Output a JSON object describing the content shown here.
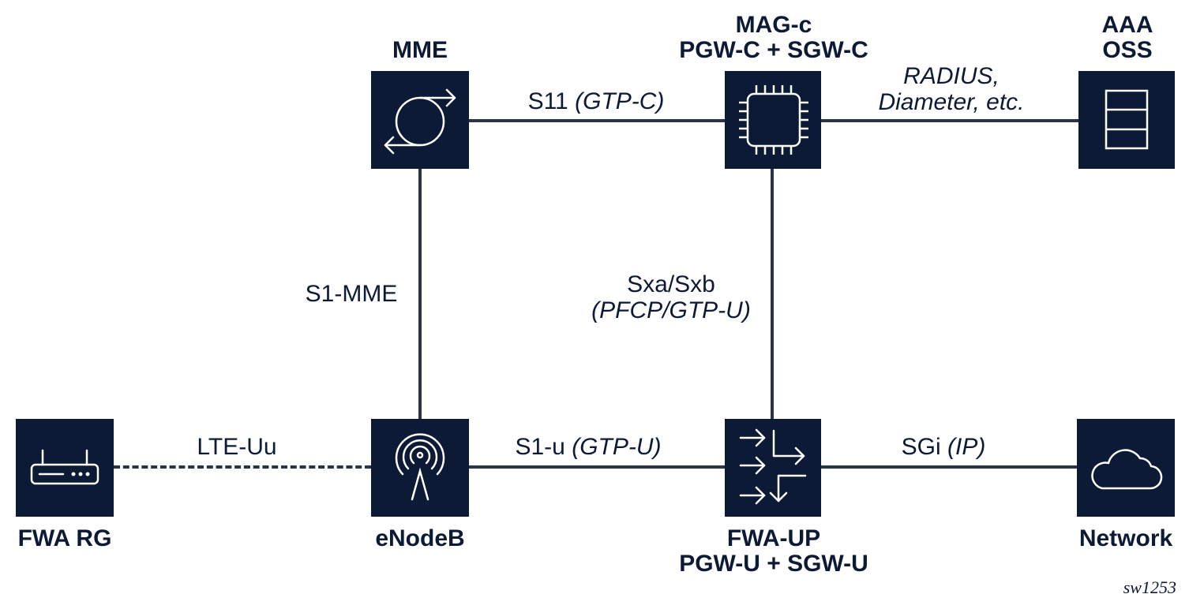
{
  "nodes": {
    "mme": {
      "label": "MME",
      "icon": "cycle-arrows-icon"
    },
    "magc": {
      "label": "MAG-c\nPGW-C + SGW-C",
      "icon": "chip-icon"
    },
    "aaa": {
      "label": "AAA\nOSS",
      "icon": "server-stack-icon"
    },
    "fwarg": {
      "label": "FWA RG",
      "icon": "router-icon"
    },
    "enodeb": {
      "label": "eNodeB",
      "icon": "antenna-tower-icon"
    },
    "fwaup": {
      "label": "FWA-UP\nPGW-U + SGW-U",
      "icon": "traffic-steering-icon"
    },
    "network": {
      "label": "Network",
      "icon": "cloud-icon"
    }
  },
  "links": {
    "s11": {
      "name": "S11",
      "protocol": "(GTP-C)"
    },
    "radius": {
      "line1": "RADIUS,",
      "line2": "Diameter, etc."
    },
    "s1mme": {
      "name": "S1-MME"
    },
    "sxab": {
      "name": "Sxa/Sxb",
      "protocol": "(PFCP/GTP-U)"
    },
    "lteuu": {
      "name": "LTE-Uu"
    },
    "s1u": {
      "name": "S1-u",
      "protocol": "(GTP-U)"
    },
    "sgi": {
      "name": "SGi",
      "protocol": "(IP)"
    }
  },
  "figure_id": "sw1253"
}
